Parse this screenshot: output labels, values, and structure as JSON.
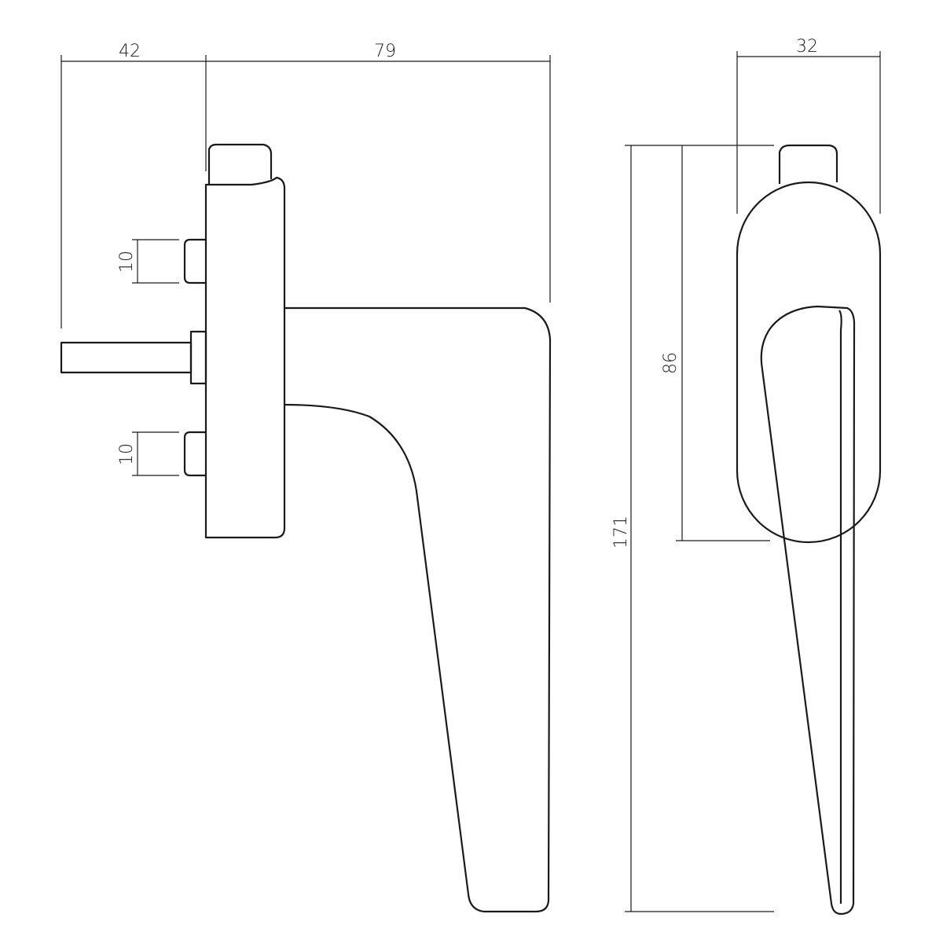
{
  "dimensions": {
    "side_rose_offset": "42",
    "side_handle_length": "79",
    "front_width": "32",
    "pin_upper": "10",
    "pin_lower": "10",
    "front_rose_height": "86",
    "front_total_height": "171"
  },
  "colors": {
    "line": "#1a1a1a",
    "background": "#ffffff"
  }
}
